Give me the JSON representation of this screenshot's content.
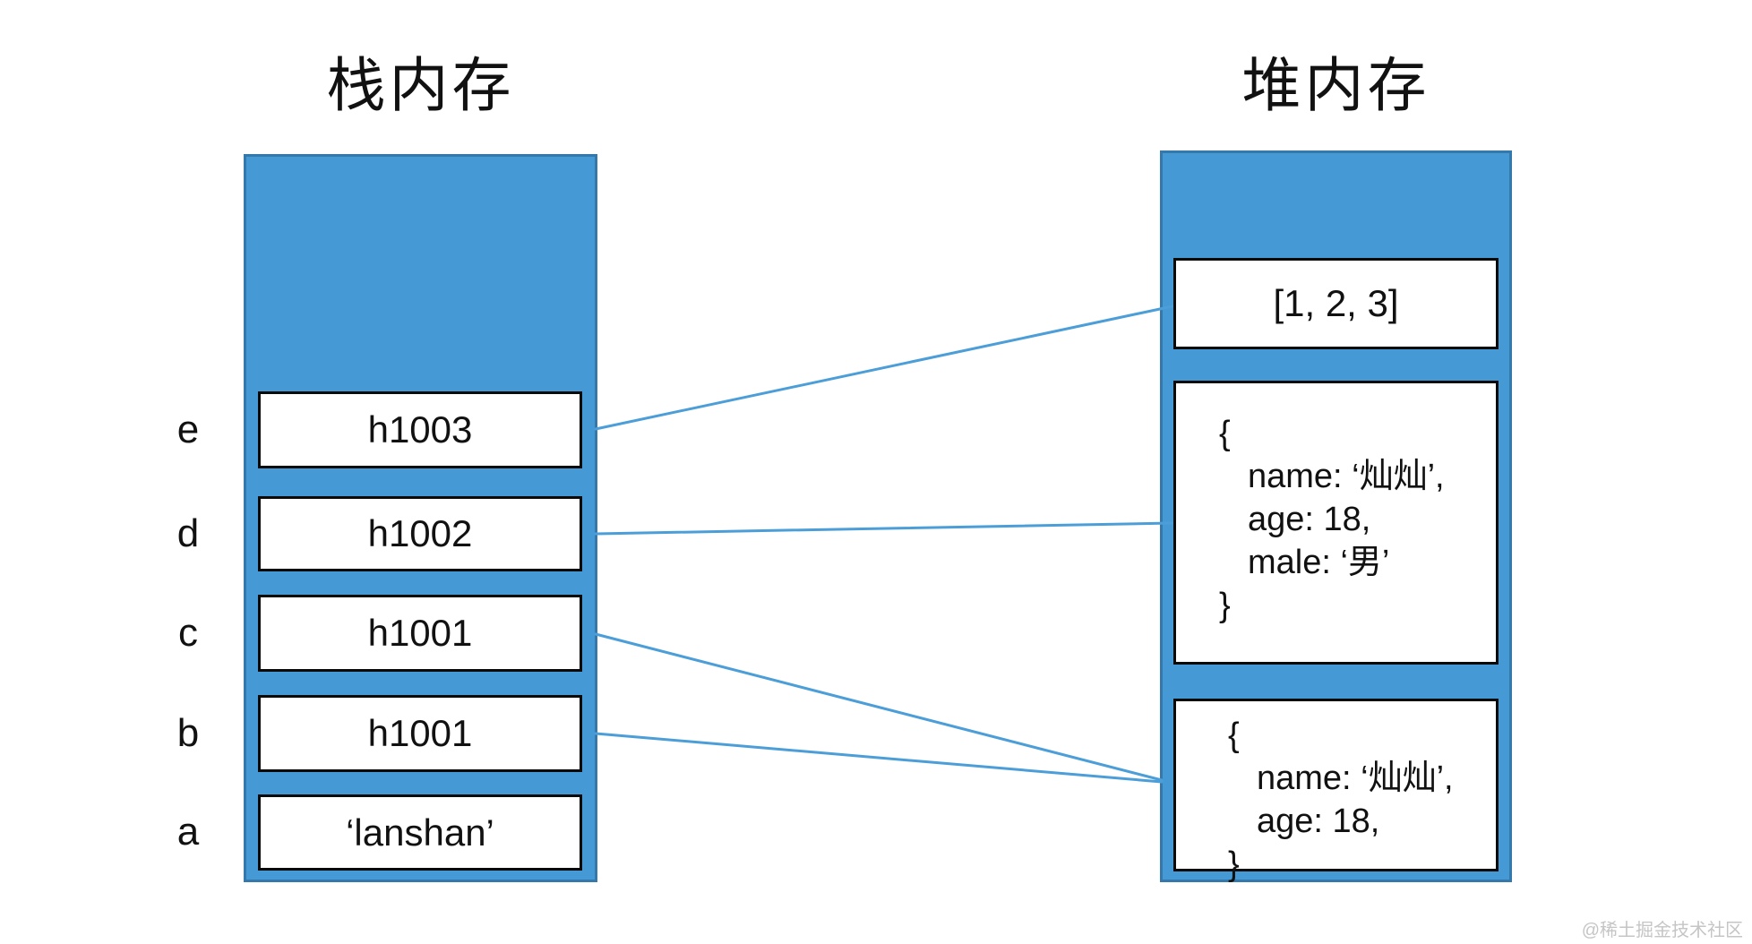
{
  "titles": {
    "stack": "栈内存",
    "heap": "堆内存"
  },
  "stack": {
    "slots": [
      {
        "label": "e",
        "value": "h1003"
      },
      {
        "label": "d",
        "value": "h1002"
      },
      {
        "label": "c",
        "value": "h1001"
      },
      {
        "label": "b",
        "value": "h1001"
      },
      {
        "label": "a",
        "value": "‘lanshan’"
      }
    ]
  },
  "heap": {
    "array": {
      "value": "[1, 2, 3]"
    },
    "object1": {
      "open": "{",
      "props": [
        "name: ‘灿灿’,",
        "age: 18,",
        "male: ‘男’"
      ],
      "close": "}"
    },
    "object2": {
      "open": "{",
      "props": [
        "name: ‘灿灿’,",
        "age: 18,"
      ],
      "close": "}"
    }
  },
  "connections": [
    {
      "from": "stack-slot-e",
      "to": "heap-array-box"
    },
    {
      "from": "stack-slot-d",
      "to": "heap-object1-box"
    },
    {
      "from": "stack-slot-c",
      "to": "heap-object2-box"
    },
    {
      "from": "stack-slot-b",
      "to": "heap-object2-box"
    }
  ],
  "colors": {
    "panel_fill": "#459AD6",
    "panel_border": "#3579AC",
    "connector": "#4C9ED8",
    "box_border": "#0A0A0A",
    "watermark": "#C5C5C5"
  },
  "watermark": "@稀土掘金技术社区"
}
